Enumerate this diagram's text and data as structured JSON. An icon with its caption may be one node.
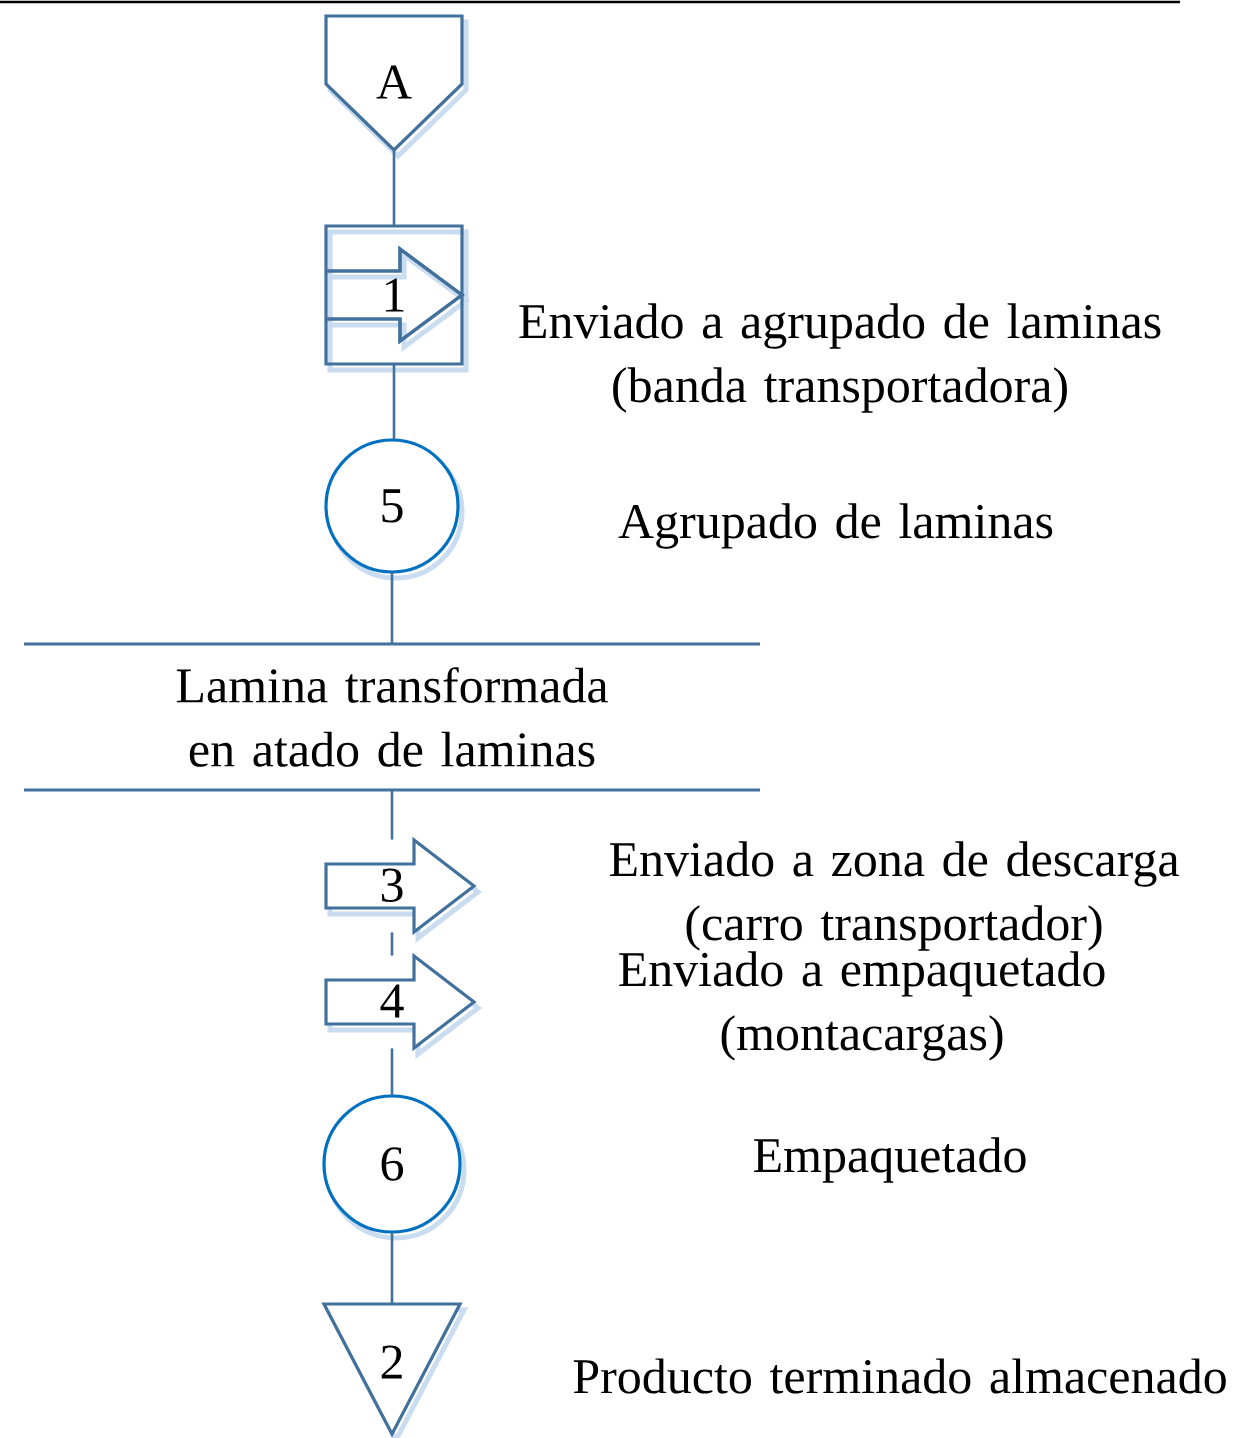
{
  "diagram": {
    "nodes": [
      {
        "text": [
          "A"
        ]
      },
      {
        "text": [
          "1"
        ],
        "beside": [
          "Enviado a agrupado de laminas (banda transportadora)"
        ]
      },
      {
        "text": [
          "5"
        ]
      },
      {
        "text": [
          "Lamina transformada en atado de laminas"
        ]
      },
      {
        "text": [
          "3"
        ]
      },
      {
        "text": [
          "4"
        ]
      },
      {
        "text": [
          "6"
        ]
      },
      {
        "text": [
          "2"
        ]
      }
    ],
    "edges": [
      {
        "from": 0,
        "to": 1,
        "arrow": "none"
      },
      {
        "from": 1,
        "to": 2,
        "arrow": "none"
      },
      {
        "from": 2,
        "to": 3,
        "arrow": "none"
      },
      {
        "from": 3,
        "to": 4,
        "arrow": "none"
      },
      {
        "from": 4,
        "to": 5,
        "arrow": "none"
      },
      {
        "from": 5,
        "to": 6,
        "arrow": "none"
      },
      {
        "from": 6,
        "to": 7,
        "arrow": "none"
      }
    ],
    "labels": [
      "Agrupado de laminas",
      "Enviado a zona de descarga (carro transportador)",
      "Enviado a empaquetado (montacargas)",
      "Empaquetado",
      "Producto terminado almacenado"
    ]
  }
}
